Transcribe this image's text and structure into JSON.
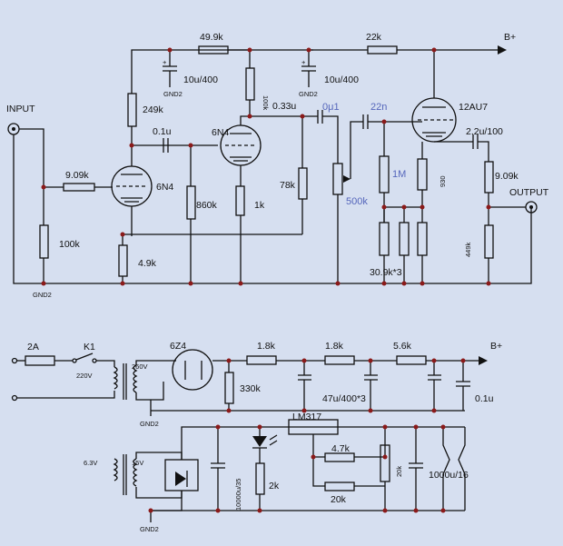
{
  "input_label": "INPUT",
  "output_label": "OUTPUT",
  "bplus_top": "B+",
  "bplus_psu": "B+",
  "gnd": "GND2",
  "tubes": {
    "v1": "6N4",
    "v2": "6N4",
    "v3": "12AU7",
    "rect": "6Z4"
  },
  "resistors": {
    "r_in": "9.09k",
    "r_grid": "100k",
    "r_k1": "4.9k",
    "r_plate1": "249k",
    "r_dec1": "49.9k",
    "r_860": "860k",
    "r_plate2": "100k",
    "r_k2": "1k",
    "r_fb": "78k",
    "r_22k": "22k",
    "r_1m": "1M",
    "r_930": "930",
    "r_out": "9.09k",
    "r_449": "449k",
    "r_309": "30.9k*3",
    "r_psu1": "1.8k",
    "r_psu2": "1.8k",
    "r_psu3": "5.6k",
    "r_330": "330k",
    "r_2k": "2k",
    "r_47": "4.7k",
    "r_20k": "20k",
    "pot_20k": "20k"
  },
  "caps": {
    "c_01": "0.1u",
    "c_dec1": "10u/400",
    "c_dec2": "10u/400",
    "c_033": "0.33u",
    "c_0u1": "0μ1",
    "c_22n": "22n",
    "c_out": "2.2u/100",
    "c_psu": "47u/400*3",
    "c_psu_01": "0.1u",
    "c_10000": "10000u/35",
    "c_1000": "1000u/16"
  },
  "pot_500k": "500k",
  "fuse": "2A",
  "switch": "K1",
  "mains": "220V",
  "sec_260": "260V",
  "sec_63": "6.3V",
  "sec_15": "15V",
  "regulator": "LM317"
}
